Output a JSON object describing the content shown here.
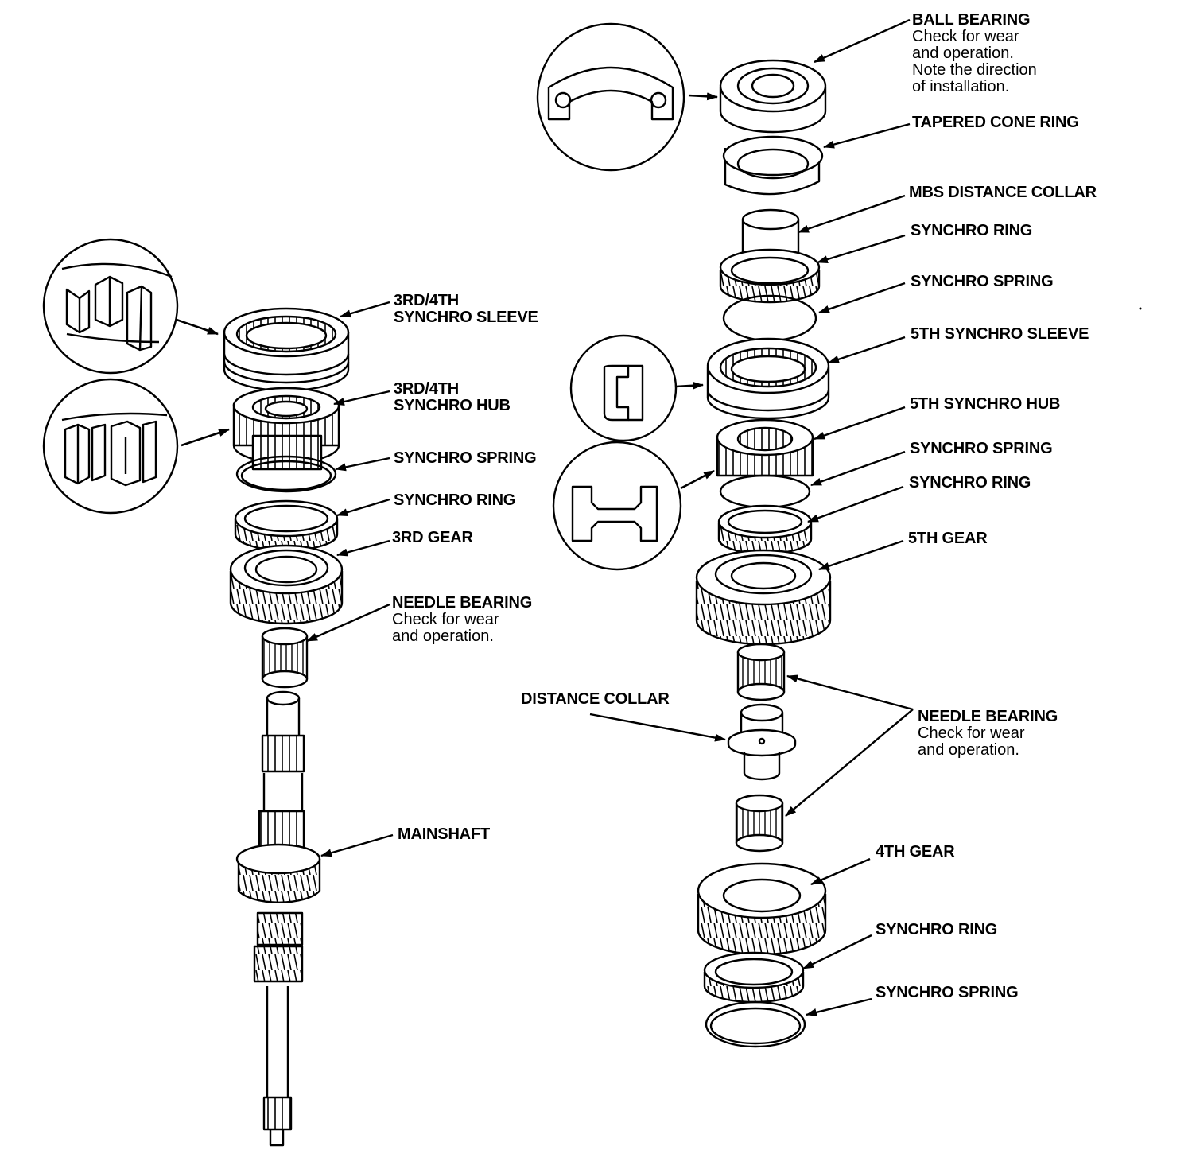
{
  "labels": {
    "ball_bearing": {
      "title": "BALL BEARING",
      "note": [
        "Check for wear",
        "and operation.",
        "Note the direction",
        "of installation."
      ]
    },
    "tapered_cone_ring": {
      "title": "TAPERED CONE RING"
    },
    "mbs_distance_collar": {
      "title": "MBS DISTANCE COLLAR"
    },
    "synchro_ring_top": {
      "title": "SYNCHRO RING"
    },
    "synchro_spring_top": {
      "title": "SYNCHRO SPRING"
    },
    "fifth_synchro_sleeve": {
      "title": "5TH SYNCHRO SLEEVE"
    },
    "fifth_synchro_hub": {
      "title": "5TH SYNCHRO HUB"
    },
    "synchro_spring_mid": {
      "title": "SYNCHRO SPRING"
    },
    "synchro_ring_mid": {
      "title": "SYNCHRO RING"
    },
    "fifth_gear": {
      "title": "5TH GEAR"
    },
    "needle_bearing_right": {
      "title": "NEEDLE BEARING",
      "note": [
        "Check for wear",
        "and operation."
      ]
    },
    "distance_collar": {
      "title": "DISTANCE COLLAR"
    },
    "fourth_gear": {
      "title": "4TH GEAR"
    },
    "synchro_ring_bottom": {
      "title": "SYNCHRO RING"
    },
    "synchro_spring_bottom": {
      "title": "SYNCHRO SPRING"
    },
    "third_fourth_sleeve": {
      "title": [
        "3RD/4TH",
        "SYNCHRO SLEEVE"
      ]
    },
    "third_fourth_hub": {
      "title": [
        "3RD/4TH",
        "SYNCHRO HUB"
      ]
    },
    "synchro_spring_left": {
      "title": "SYNCHRO SPRING"
    },
    "synchro_ring_left": {
      "title": "SYNCHRO RING"
    },
    "third_gear": {
      "title": "3RD GEAR"
    },
    "needle_bearing_left": {
      "title": "NEEDLE BEARING",
      "note": [
        "Check for wear",
        "and operation."
      ]
    },
    "mainshaft": {
      "title": "MAINSHAFT"
    }
  }
}
